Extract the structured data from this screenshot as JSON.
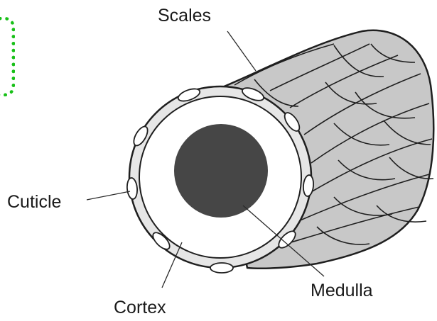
{
  "labels": {
    "scales": "Scales",
    "cuticle": "Cuticle",
    "cortex": "Cortex",
    "medulla": "Medulla"
  },
  "colors": {
    "scales_fill": "#c8c8c8",
    "outline": "#1f1f1f",
    "medulla_fill": "#464646",
    "cortex_fill": "#ffffff",
    "selection_box": "#18c018"
  }
}
